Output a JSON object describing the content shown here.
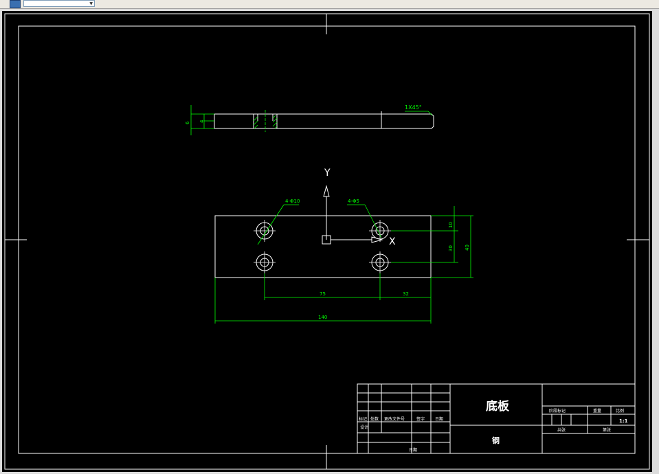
{
  "toolbar": {
    "combo_value": "",
    "icon": "layer-icon"
  },
  "drawing": {
    "side_view": {
      "chamfer_label": "1X45°",
      "dim_thickness": "6",
      "dim_counterbore": "4"
    },
    "top_view": {
      "axis_y": "Y",
      "axis_x": "X",
      "leader_left": "4-Φ10",
      "leader_right": "4-Φ5",
      "dim_75": "75",
      "dim_32": "32",
      "dim_140": "140",
      "dim_10": "10",
      "dim_30": "30",
      "dim_40": "40"
    },
    "title_block": {
      "part_name": "底板",
      "material": "钢",
      "scale": "1:1",
      "rev_headers": [
        "标记",
        "处数",
        "更改文件号",
        "签字",
        "日期"
      ],
      "label_design": "设计",
      "label_date": "日期",
      "label_stage": "阶段标记",
      "label_weight": "重量",
      "label_ratio": "比例",
      "label_total": "共张",
      "label_sheet": "第张"
    },
    "colors": {
      "background": "#000000",
      "line": "#ffffff",
      "dimension": "#00ff00"
    }
  }
}
